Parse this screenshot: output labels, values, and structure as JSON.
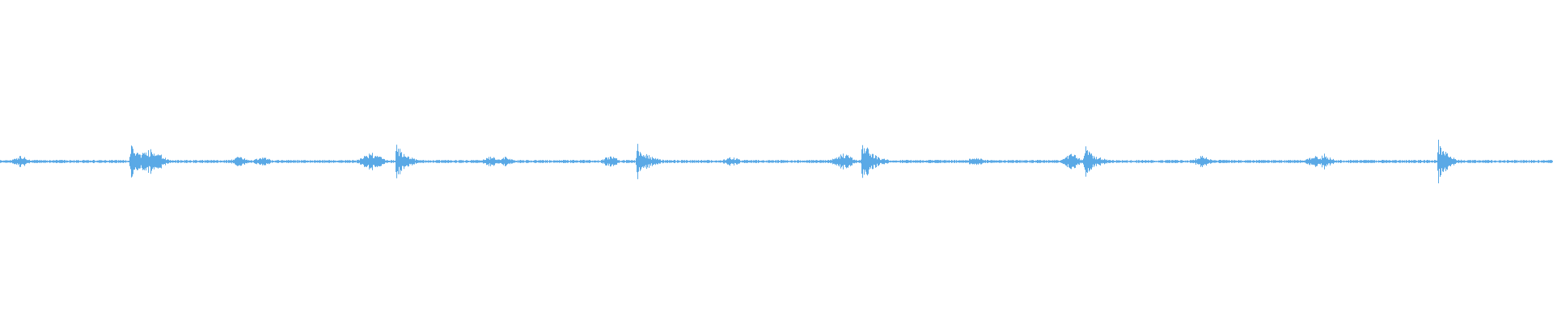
{
  "waveform": {
    "color": "#5aa9e6",
    "background": "#ffffff",
    "baseline_amplitude": 0.01,
    "bursts": [
      {
        "pos": 0.013,
        "amp": 0.035,
        "width": 0.004,
        "shape": "soft"
      },
      {
        "pos": 0.084,
        "amp": 0.12,
        "width": 0.006,
        "shape": "transient"
      },
      {
        "pos": 0.097,
        "amp": 0.08,
        "width": 0.006,
        "shape": "soft"
      },
      {
        "pos": 0.154,
        "amp": 0.03,
        "width": 0.004,
        "shape": "soft"
      },
      {
        "pos": 0.169,
        "amp": 0.03,
        "width": 0.004,
        "shape": "soft"
      },
      {
        "pos": 0.239,
        "amp": 0.06,
        "width": 0.005,
        "shape": "soft"
      },
      {
        "pos": 0.255,
        "amp": 0.13,
        "width": 0.006,
        "shape": "transient"
      },
      {
        "pos": 0.316,
        "amp": 0.03,
        "width": 0.004,
        "shape": "soft"
      },
      {
        "pos": 0.326,
        "amp": 0.03,
        "width": 0.004,
        "shape": "soft"
      },
      {
        "pos": 0.393,
        "amp": 0.035,
        "width": 0.004,
        "shape": "soft"
      },
      {
        "pos": 0.41,
        "amp": 0.12,
        "width": 0.007,
        "shape": "transient"
      },
      {
        "pos": 0.471,
        "amp": 0.03,
        "width": 0.004,
        "shape": "soft"
      },
      {
        "pos": 0.543,
        "amp": 0.05,
        "width": 0.005,
        "shape": "soft"
      },
      {
        "pos": 0.555,
        "amp": 0.14,
        "width": 0.007,
        "shape": "transient"
      },
      {
        "pos": 0.628,
        "amp": 0.03,
        "width": 0.004,
        "shape": "soft"
      },
      {
        "pos": 0.69,
        "amp": 0.05,
        "width": 0.004,
        "shape": "soft"
      },
      {
        "pos": 0.698,
        "amp": 0.11,
        "width": 0.007,
        "shape": "transient"
      },
      {
        "pos": 0.774,
        "amp": 0.035,
        "width": 0.004,
        "shape": "soft"
      },
      {
        "pos": 0.846,
        "amp": 0.035,
        "width": 0.004,
        "shape": "soft"
      },
      {
        "pos": 0.851,
        "amp": 0.07,
        "width": 0.005,
        "shape": "transient"
      },
      {
        "pos": 0.926,
        "amp": 0.14,
        "width": 0.006,
        "shape": "transient"
      }
    ]
  }
}
